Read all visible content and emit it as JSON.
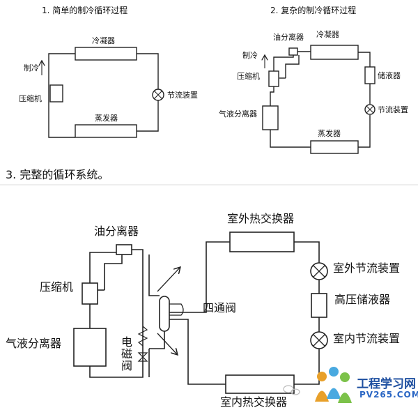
{
  "diagram1": {
    "title": "1. 简单的制冷循环过程",
    "condenser": "冷凝器",
    "refrigeration": "制冷",
    "compressor": "压缩机",
    "throttle": "节流装置",
    "evaporator": "蒸发器"
  },
  "diagram2": {
    "title": "2. 复杂的制冷循环过程",
    "oil_separator": "油分离器",
    "condenser": "冷凝器",
    "refrigeration": "制冷",
    "compressor": "压缩机",
    "receiver": "储液器",
    "throttle": "节流装置",
    "gas_liquid_separator": "气液分离器",
    "evaporator": "蒸发器"
  },
  "diagram3": {
    "title": "3. 完整的循环系统。",
    "outdoor_exchanger": "室外热交换器",
    "oil_separator": "油分离器",
    "outdoor_throttle": "室外节流装置",
    "compressor": "压缩机",
    "four_way_valve": "四通阀",
    "high_pressure_receiver": "高压储液器",
    "solenoid_valve": "电磁阀",
    "gas_liquid_separator": "气液分离器",
    "indoor_throttle": "室内节流装置",
    "indoor_exchanger": "室内热交换器"
  },
  "watermark": {
    "site_name": "工程学习网",
    "site_url": "PV265.COM"
  },
  "colors": {
    "line": "#222222",
    "watermark_name": "#1e4fa0",
    "watermark_url": "#2a66c4"
  }
}
